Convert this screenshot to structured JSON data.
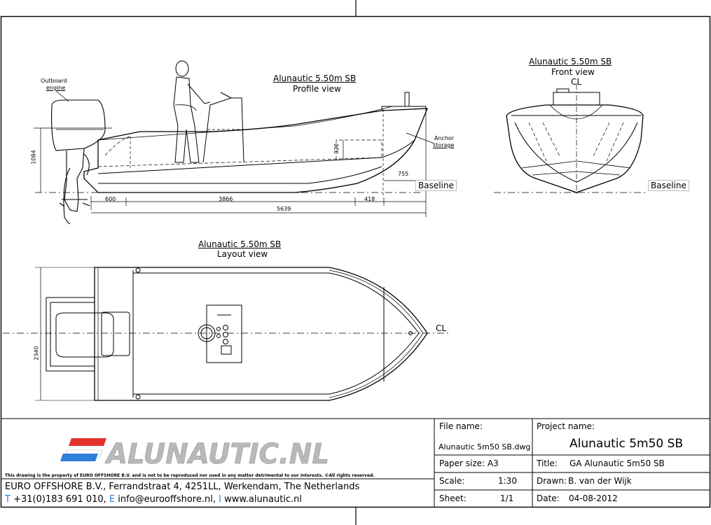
{
  "profile": {
    "title": "Alunautic 5.50m SB",
    "subtitle": "Profile view",
    "outboard_label_1": "Outboard",
    "outboard_label_2": "engine",
    "anchor_label_1": "Anchor",
    "anchor_label_2": "storage",
    "baseline": "Baseline",
    "dims": {
      "height": "1084",
      "aft": "600",
      "mid": "3866",
      "fwd": "418",
      "overall": "5639",
      "bow": "755",
      "locker": "320"
    }
  },
  "front": {
    "title": "Alunautic 5.50m SB",
    "subtitle": "Front view",
    "cl": "CL",
    "baseline": "Baseline"
  },
  "layout": {
    "title": "Alunautic 5.50m SB",
    "subtitle": "Layout view",
    "cl": "CL",
    "beam": "2340"
  },
  "titleblock": {
    "logo_text": "ALUNAUTIC.NL",
    "disclaimer": "This drawing is the property of EURO OFFSHORE B.V. and is not to be reproduced nor used in any matter detrimental to our interests. ©All rights reserved.",
    "address": "EURO OFFSHORE B.V., Ferrandstraat 4, 4251LL, Werkendam, The Netherlands",
    "contact_t": "T",
    "phone": "+31(0)183 691 010,",
    "contact_e": "E",
    "email": "info@eurooffshore.nl,",
    "contact_i": "I",
    "web": "www.alunautic.nl",
    "file_label": "File name:",
    "file_value": "Alunautic 5m50 SB.dwg",
    "paper": "Paper size: A3",
    "scale_label": "Scale:",
    "scale_value": "1:30",
    "sheet_label": "Sheet:",
    "sheet_value": "1/1",
    "project_label": "Project name:",
    "project_value": "Alunautic 5m50 SB",
    "title_label": "Title:",
    "title_value": "GA Alunautic 5m50 SB",
    "drawn_label": "Drawn:",
    "drawn_value": "B. van der Wijk",
    "date_label": "Date:",
    "date_value": "04-08-2012"
  },
  "colors": {
    "logo_red": "#e4312b",
    "logo_blue": "#2f7fd6",
    "logo_grey": "#b9b9b9",
    "contact_blue": "#2f7fd6"
  }
}
